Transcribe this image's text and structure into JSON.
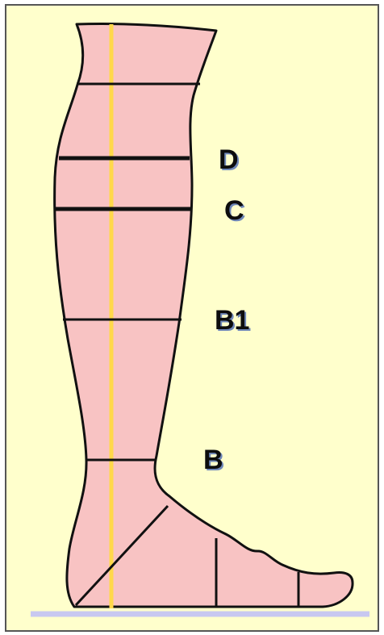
{
  "labels": {
    "d": "D",
    "c": "C",
    "b1": "B1",
    "b": "B"
  },
  "colors": {
    "panel_background": "#ffffcc",
    "panel_border": "#555555",
    "leg_fill": "#f8c3c3",
    "outline": "#111111",
    "center_axis": "#ffd84a",
    "floor": "#c8c8f0"
  }
}
